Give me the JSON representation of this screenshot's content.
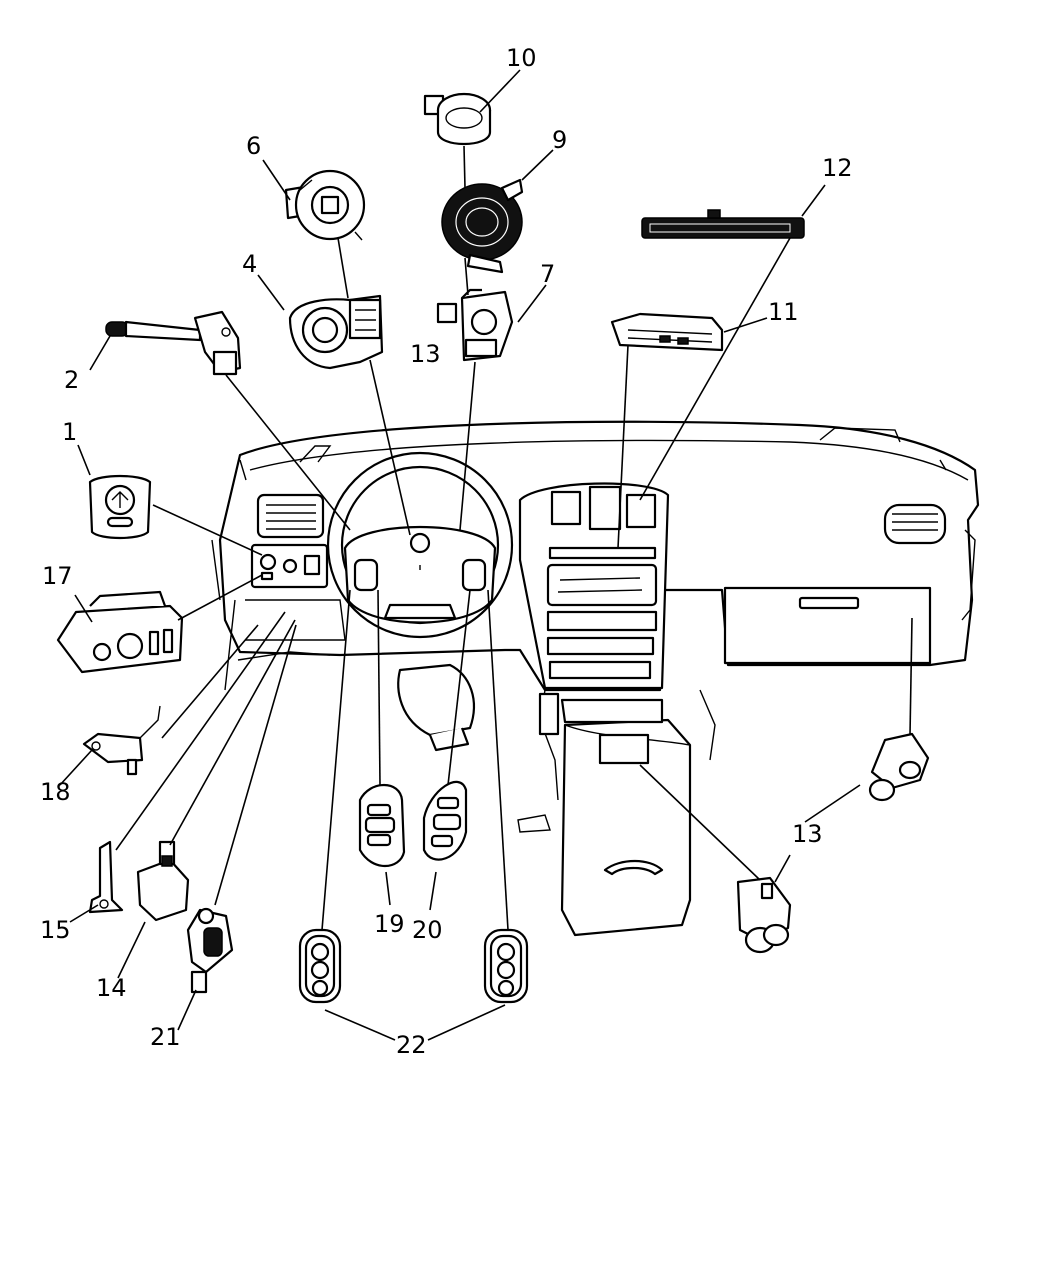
{
  "callouts": {
    "c1": "1",
    "c2": "2",
    "c4": "4",
    "c6": "6",
    "c7": "7",
    "c9": "9",
    "c10": "10",
    "c11": "11",
    "c12": "12",
    "c13a": "13",
    "c13b": "13",
    "c14": "14",
    "c15": "15",
    "c17": "17",
    "c18": "18",
    "c19": "19",
    "c20": "20",
    "c21": "21",
    "c22": "22"
  },
  "icons": {
    "instrument-panel": "instrument-panel-icon",
    "steering-wheel": "steering-wheel-icon",
    "multifunction-switch": "multifunction-switch-icon",
    "clockspring": "clockspring-icon",
    "overhead-console": "overhead-console-icon",
    "headlamp-switch": "headlamp-switch-icon",
    "power-outlet": "power-outlet-icon",
    "pedal-switch": "pedal-switch-icon",
    "speed-control-switch": "speed-control-switch-icon",
    "steering-radio-switch": "steering-radio-switch-icon",
    "floor-console": "floor-console-icon"
  }
}
